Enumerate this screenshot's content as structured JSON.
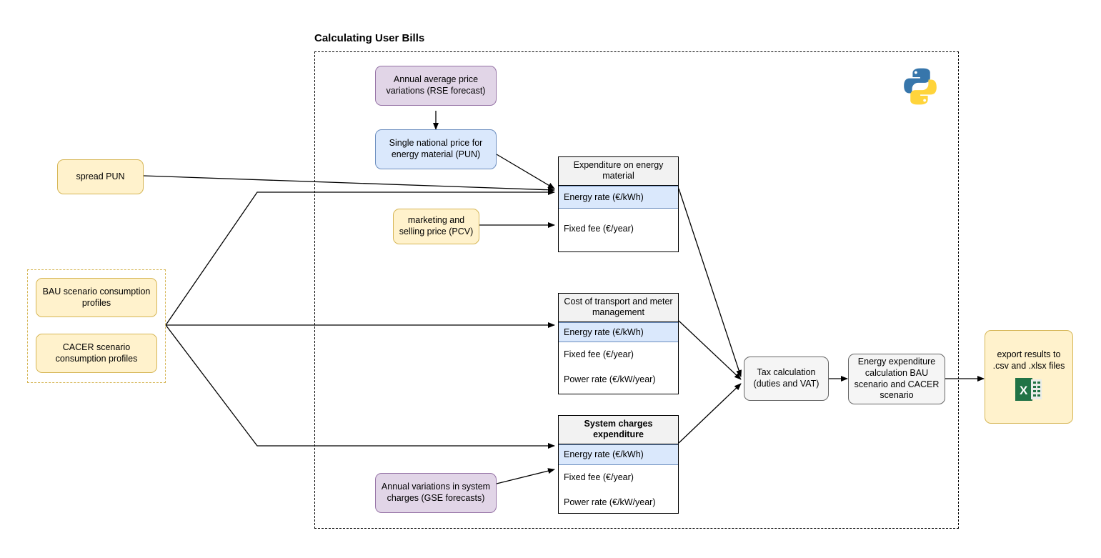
{
  "diagram": {
    "group_title": "Calculating User Bills",
    "python_logo": "python-logo",
    "excel_icon": "excel-file-icon"
  },
  "nodes": {
    "spread_pun": "spread PUN",
    "bau_profiles": "BAU scenario consumption profiles",
    "cacer_profiles": "CACER scenario consumption profiles",
    "rse_forecast": "Annual average price variations (RSE forecast)",
    "pun": "Single national price for energy material (PUN)",
    "pcv": "marketing and selling price (PCV)",
    "gse_forecast": "Annual variations in system charges (GSE forecasts)",
    "tax": "Tax calculation (duties and VAT)",
    "tax_line1": "Tax calculation",
    "tax_line2": "(duties and VAT)",
    "energy_expenditure": "Energy expenditure calculation BAU scenario and CACER scenario",
    "export": "export results to .csv and .xlsx files"
  },
  "tables": [
    {
      "id": "expenditure-energy-material",
      "header": "Expenditure on energy material",
      "rows": [
        {
          "label": "Energy rate (€/kWh)",
          "highlight": true
        },
        {
          "label": "Fixed fee (€/year)",
          "highlight": false
        }
      ]
    },
    {
      "id": "cost-transport-meter",
      "header": "Cost of transport and meter management",
      "rows": [
        {
          "label": "Energy rate (€/kWh)",
          "highlight": true
        },
        {
          "label": "Fixed fee (€/year)",
          "highlight": false
        },
        {
          "label": "Power rate (€/kW/year)",
          "highlight": false
        }
      ]
    },
    {
      "id": "system-charges",
      "header": "System charges expenditure",
      "rows": [
        {
          "label": "Energy rate (€/kWh)",
          "highlight": true
        },
        {
          "label": "Fixed fee (€/year)",
          "highlight": false
        },
        {
          "label": "Power rate (€/kW/year)",
          "highlight": false
        }
      ]
    }
  ],
  "colors": {
    "yellow_fill": "#fff2cc",
    "yellow_stroke": "#d6b656",
    "lavender_fill": "#e1d5e7",
    "lavender_stroke": "#9673a6",
    "blue_fill": "#dae8fc",
    "blue_stroke": "#6c8ebf",
    "gray_fill": "#f5f5f5",
    "gray_stroke": "#666666",
    "header_fill": "#f2f2f2",
    "excel_green": "#217346",
    "python_blue": "#3776ab",
    "python_yellow": "#ffd43b"
  }
}
